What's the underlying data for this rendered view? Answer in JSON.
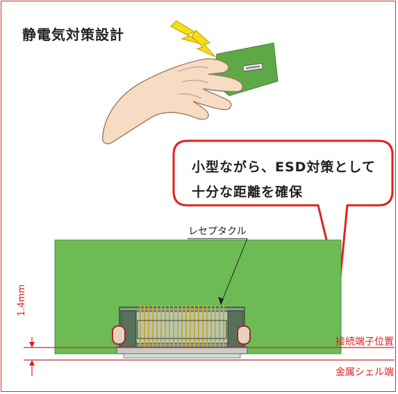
{
  "title": "静電気対策設計",
  "bubble": {
    "line1": "小型ながら、ESD対策として",
    "line2": "十分な距離を確保"
  },
  "labels": {
    "receptacle": "レセプタクル",
    "terminal_position": "接続端子位置",
    "metal_shell_edge": "金属シェル端",
    "dimension": "1.4mm"
  },
  "colors": {
    "frame": "#c0392b",
    "accent_red": "#d62020",
    "pcb_green": "#6dbb55",
    "lightning_yellow": "#f5dd1a",
    "skin": "#f7dcc4"
  }
}
